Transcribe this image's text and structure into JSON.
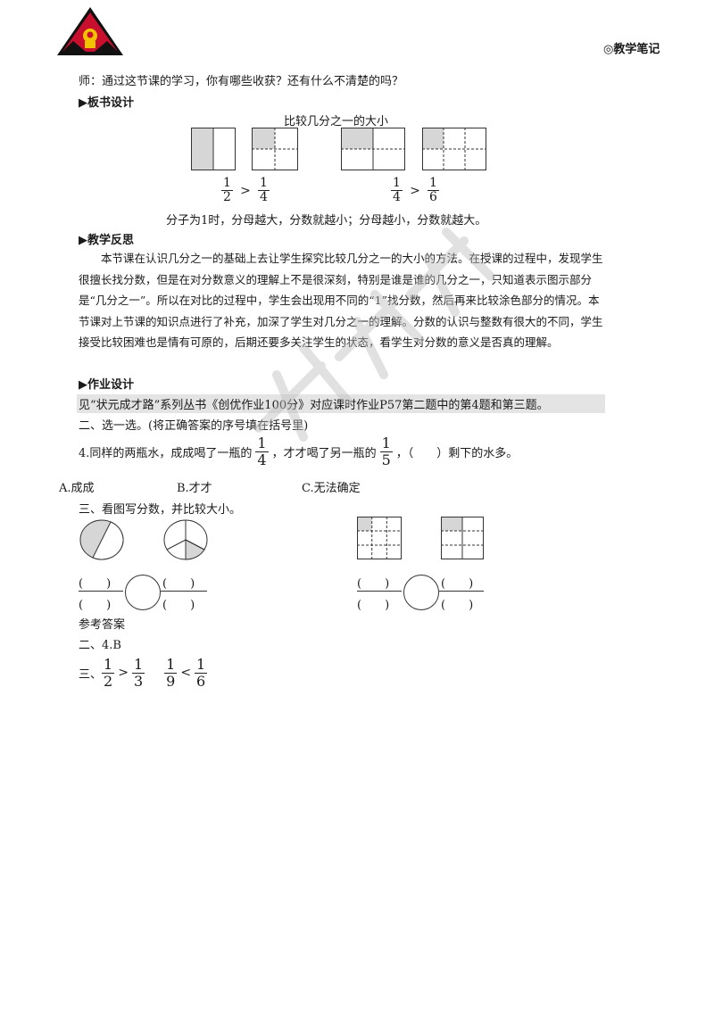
{
  "header": {
    "logo_icon": "shield-triangle-logo",
    "right_label": "◎教学笔记"
  },
  "intro_line": "师：通过这节课的学习，你有哪些收获？还有什么不清楚的吗？",
  "board": {
    "heading": "▶板书设计",
    "title": "比较几分之一的大小",
    "left_compare": {
      "a_num": "1",
      "a_den": "2",
      "op": ">",
      "b_num": "1",
      "b_den": "4"
    },
    "right_compare": {
      "a_num": "1",
      "a_den": "4",
      "op": ">",
      "b_num": "1",
      "b_den": "6"
    },
    "conclusion": "分子为1时，分母越大，分数就越小；分母越小，分数就越大。"
  },
  "reflection": {
    "heading": "▶教学反思",
    "paragraph": "本节课在认识几分之一的基础上去让学生探究比较几分之一的大小的方法。在授课的过程中，发现学生很擅长找分数，但是在对分数意义的理解上不是很深刻，特别是谁是谁的几分之一，只知道表示图示部分是“几分之一”。所以在对比的过程中，学生会出现用不同的“1”找分数，然后再来比较涂色部分的情况。本节课对上节课的知识点进行了补充，加深了学生对几分之一的理解。分数的认识与整数有很大的不同，学生接受比较困难也是情有可原的，后期还要多关注学生的状态，看学生对分数的意义是否真的理解。"
  },
  "homework": {
    "heading": "▶作业设计",
    "reference": "见“状元成才路”系列丛书《创优作业100分》对应课时作业P57第二题中的第4题和第三题。",
    "part2_title": "二、选一选。(将正确答案的序号填在括号里)",
    "q4_a": "4.同样的两瓶水，成成喝了一瓶的",
    "q4_f1_num": "1",
    "q4_f1_den": "4",
    "q4_b": "，才才喝了另一瓶的",
    "q4_f2_num": "1",
    "q4_f2_den": "5",
    "q4_c": "，（　　）剩下的水多。",
    "options": [
      "A.成成",
      "B.才才",
      "C.无法确定"
    ],
    "part3_title": "三、看图写分数，并比较大小。",
    "blank": "(　　)"
  },
  "answers": {
    "title": "参考答案",
    "line1": "二、4.B",
    "line2_prefix": "三、",
    "pair1": {
      "a_num": "1",
      "a_den": "2",
      "op": ">",
      "b_num": "1",
      "b_den": "3"
    },
    "pair2": {
      "a_num": "1",
      "a_den": "9",
      "op": "<",
      "b_num": "1",
      "b_den": "6"
    }
  },
  "colors": {
    "shade": "#d6d6d6",
    "logo_red": "#c8102e",
    "logo_black": "#111111",
    "highlight": "#e4e4e4"
  }
}
